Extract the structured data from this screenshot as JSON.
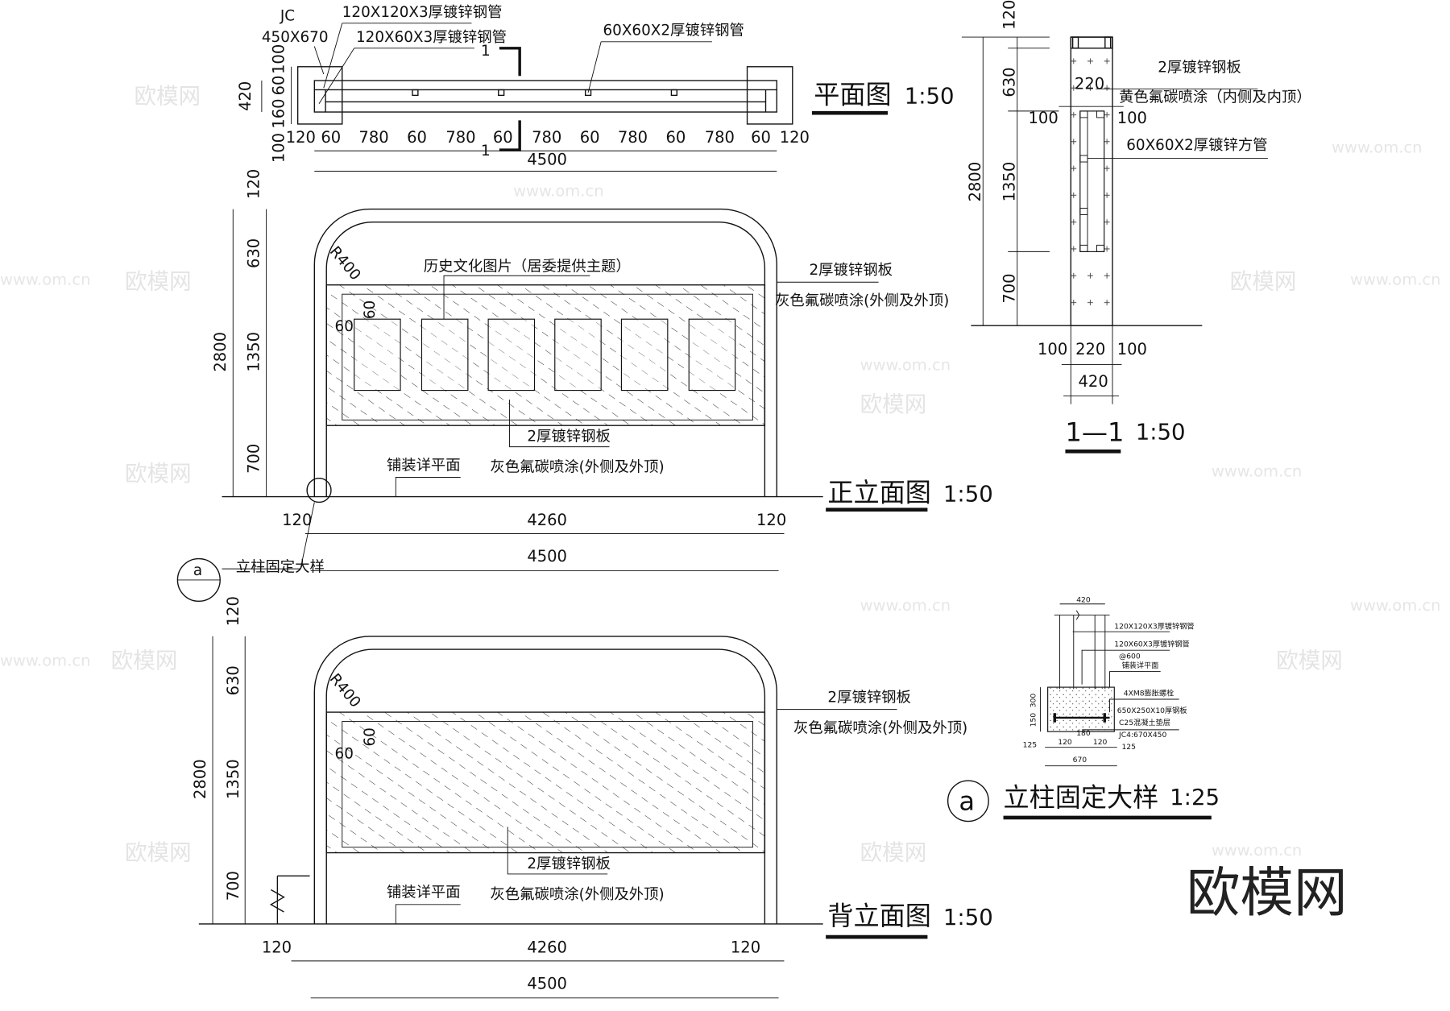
{
  "plan": {
    "jc_label": "JC",
    "jc_size": "450X670",
    "post_label": "120X120X3厚镀锌钢管",
    "beam_label": "120X60X3厚镀锌钢管",
    "tube_label": "60X60X2厚镀锌钢管",
    "section_mark": "1",
    "vertical_dims": [
      "100",
      "60",
      "160",
      "100"
    ],
    "total_depth": "420",
    "horizontal_dims": [
      "120",
      "60",
      "780",
      "60",
      "780",
      "60",
      "780",
      "60",
      "780",
      "60",
      "780",
      "60",
      "120"
    ],
    "total_length": "4500",
    "title": "平面图",
    "scale": "1:50"
  },
  "front_elevation": {
    "radius_label": "R400",
    "pictures_label": "历史文化图片（居委提供主题）",
    "plate_label": "2厚镀锌钢板",
    "coating_label": "灰色氟碳喷涂(外侧及外顶)",
    "inner_plate_label": "2厚镀锌钢板",
    "inner_coating_label": "灰色氟碳喷涂(外侧及外顶)",
    "paving_label": "铺装详平面",
    "offset_60_a": "60",
    "offset_60_b": "60",
    "vertical_dims": [
      "120",
      "630",
      "1350",
      "700"
    ],
    "total_height": "2800",
    "bottom_dims": [
      "120",
      "4260",
      "120"
    ],
    "total_length": "4500",
    "detail_callout": "a",
    "detail_callout_label": "立柱固定大样",
    "title": "正立面图",
    "scale": "1:50"
  },
  "back_elevation": {
    "radius_label": "R400",
    "plate_label": "2厚镀锌钢板",
    "coating_label": "灰色氟碳喷涂(外侧及外顶)",
    "inner_plate_label": "2厚镀锌钢板",
    "inner_coating_label": "灰色氟碳喷涂(外侧及外顶)",
    "paving_label": "铺装详平面",
    "offset_60_a": "60",
    "offset_60_b": "60",
    "vertical_dims": [
      "120",
      "630",
      "1350",
      "700"
    ],
    "total_height": "2800",
    "bottom_dims": [
      "120",
      "4260",
      "120"
    ],
    "total_length": "4500",
    "title": "背立面图",
    "scale": "1:50"
  },
  "section": {
    "plate_label": "2厚镀锌钢板",
    "inner_width": "220",
    "coating_label": "黄色氟碳喷涂（内侧及内顶）",
    "side_dim_left": "100",
    "side_dim_right": "100",
    "tube_label": "60X60X2厚镀锌方管",
    "vertical_dims": [
      "120",
      "630",
      "1350",
      "700"
    ],
    "total_height": "2800",
    "bottom_dims": [
      "100",
      "220",
      "100"
    ],
    "total_width": "420",
    "title": "1—1",
    "scale": "1:50"
  },
  "detail": {
    "top_width": "420",
    "labels": [
      "120X120X3厚镀锌钢管",
      "120X60X3厚镀锌钢管",
      "@600",
      "铺装详平面",
      "4XM8膨胀螺栓",
      "650X250X10厚钢板",
      "C25混凝土垫层",
      "JC4:670X450"
    ],
    "left_dims": [
      "300",
      "150",
      "125"
    ],
    "bottom_dims": [
      "120",
      "180",
      "120",
      "125"
    ],
    "total_width": "670",
    "callout": "a",
    "title": "立柱固定大样",
    "scale": "1:25"
  },
  "logo": "欧模网",
  "watermarks": {
    "cn": "欧模网",
    "url": "www.om.cn"
  },
  "colors": {
    "line": "#111111",
    "watermark": "#e4e4e4"
  }
}
